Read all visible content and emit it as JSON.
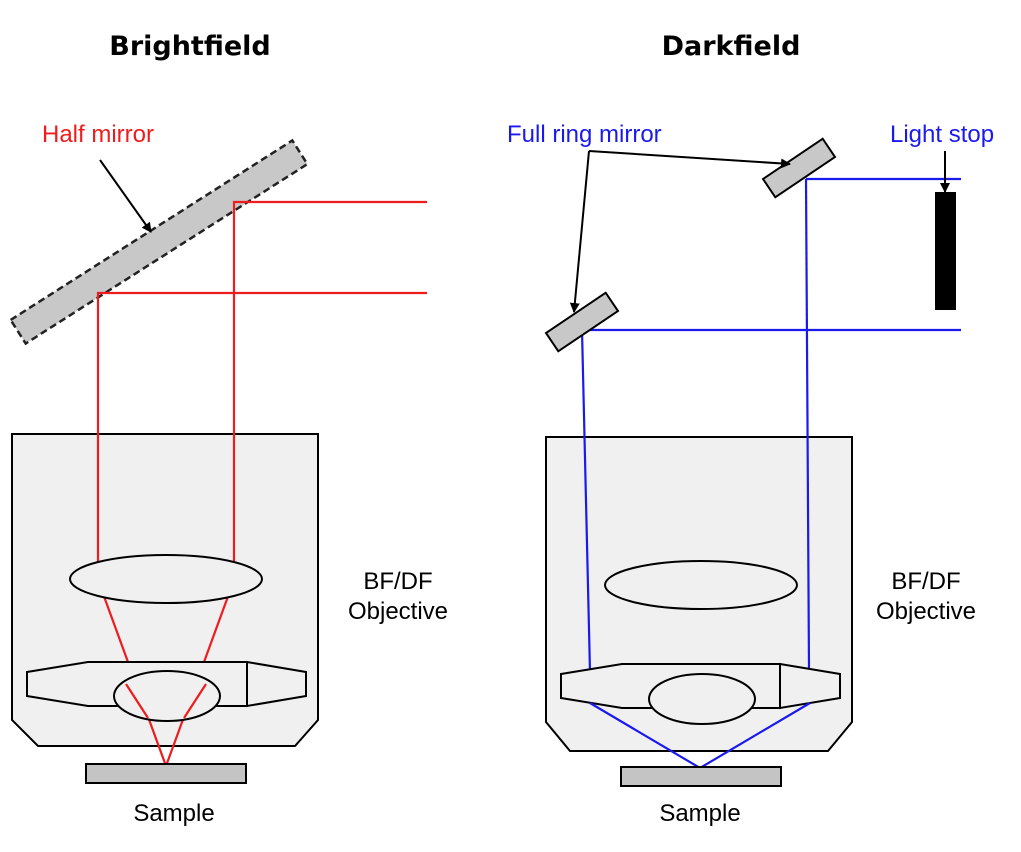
{
  "diagram": {
    "colors": {
      "brightfield_ray": "#ee1c1c",
      "darkfield_ray": "#1a1aee",
      "housing_fill": "#f0f0f0",
      "sample_fill": "#c4c4c4",
      "light_stop": "#000000"
    },
    "brightfield": {
      "title": "Brightfield",
      "mirror_label": "Half mirror",
      "objective_label_line1": "BF/DF",
      "objective_label_line2": "Objective",
      "sample_label": "Sample"
    },
    "darkfield": {
      "title": "Darkfield",
      "mirror_label": "Full ring mirror",
      "stop_label": "Light stop",
      "objective_label_line1": "BF/DF",
      "objective_label_line2": "Objective",
      "sample_label": "Sample"
    }
  }
}
